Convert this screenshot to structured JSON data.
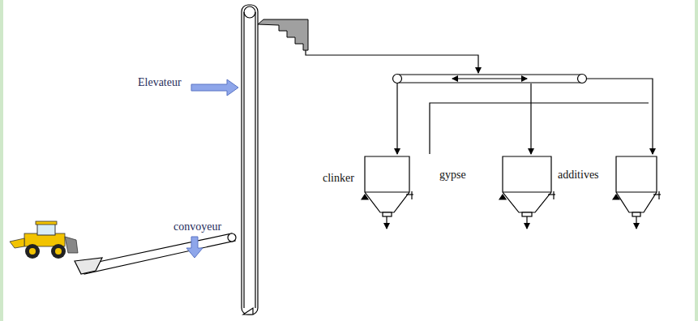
{
  "diagram": {
    "labels": [
      "Elevateur",
      "convoyeur",
      "clinker",
      "gypse",
      "additives"
    ]
  }
}
